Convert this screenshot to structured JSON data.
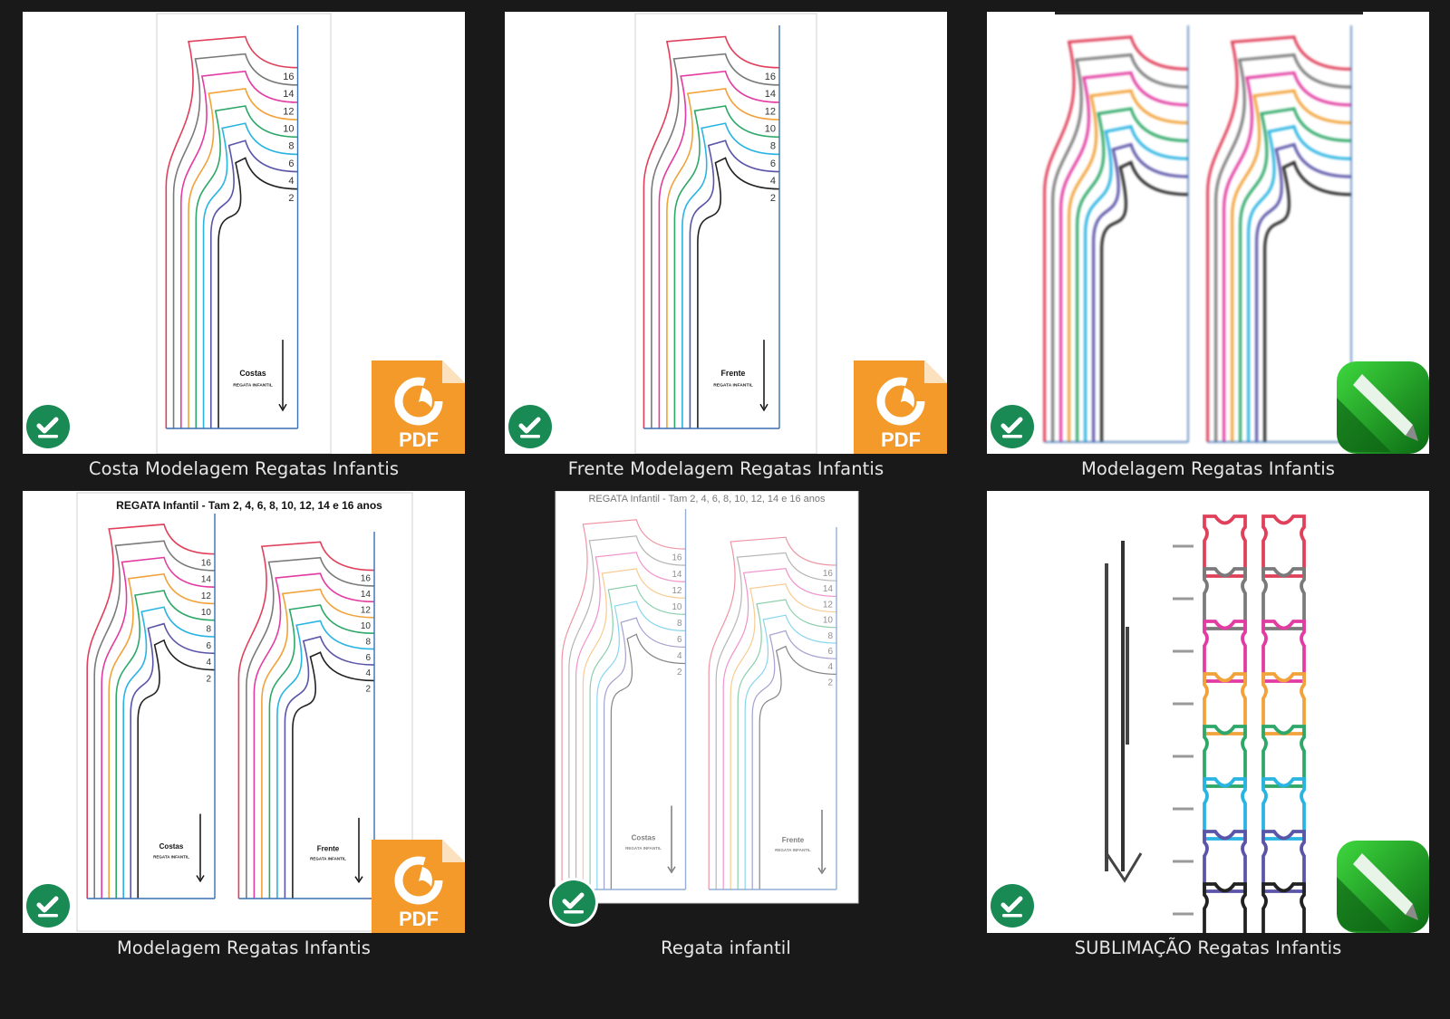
{
  "colors": {
    "sizes": [
      "#e0405a",
      "#7a7a7a",
      "#e23ca2",
      "#f2a23a",
      "#2ea868",
      "#2ab4e2",
      "#5a55a8",
      "#222222"
    ],
    "fold": "#3a6fb0",
    "sync_green": "#1a8a55",
    "pdf_orange": "#f39a2b",
    "pencil_green": "#1f9a2a"
  },
  "pattern": {
    "sizes": [
      "16",
      "14",
      "12",
      "10",
      "8",
      "6",
      "4",
      "2"
    ],
    "back_label": "Costas",
    "front_label": "Frente",
    "subtitle": "REGATA INFANTIL",
    "sheet_title": "REGATA Infantil  - Tam 2, 4, 6, 8, 10, 12, 14 e 16 anos",
    "pdf_badge": "PDF"
  },
  "files": [
    {
      "name": "Costa Modelagem Regatas Infantis",
      "type": "pdf",
      "status": "synced"
    },
    {
      "name": "Frente Modelagem Regatas Infantis",
      "type": "pdf",
      "status": "synced"
    },
    {
      "name": "Modelagem Regatas Infantis",
      "type": "image",
      "status": "synced"
    },
    {
      "name": "Modelagem Regatas Infantis",
      "type": "pdf",
      "status": "synced"
    },
    {
      "name": "Regata infantil",
      "type": "image",
      "status": "synced"
    },
    {
      "name": "SUBLIMAÇÃO Regatas Infantis",
      "type": "image",
      "status": "synced"
    }
  ]
}
